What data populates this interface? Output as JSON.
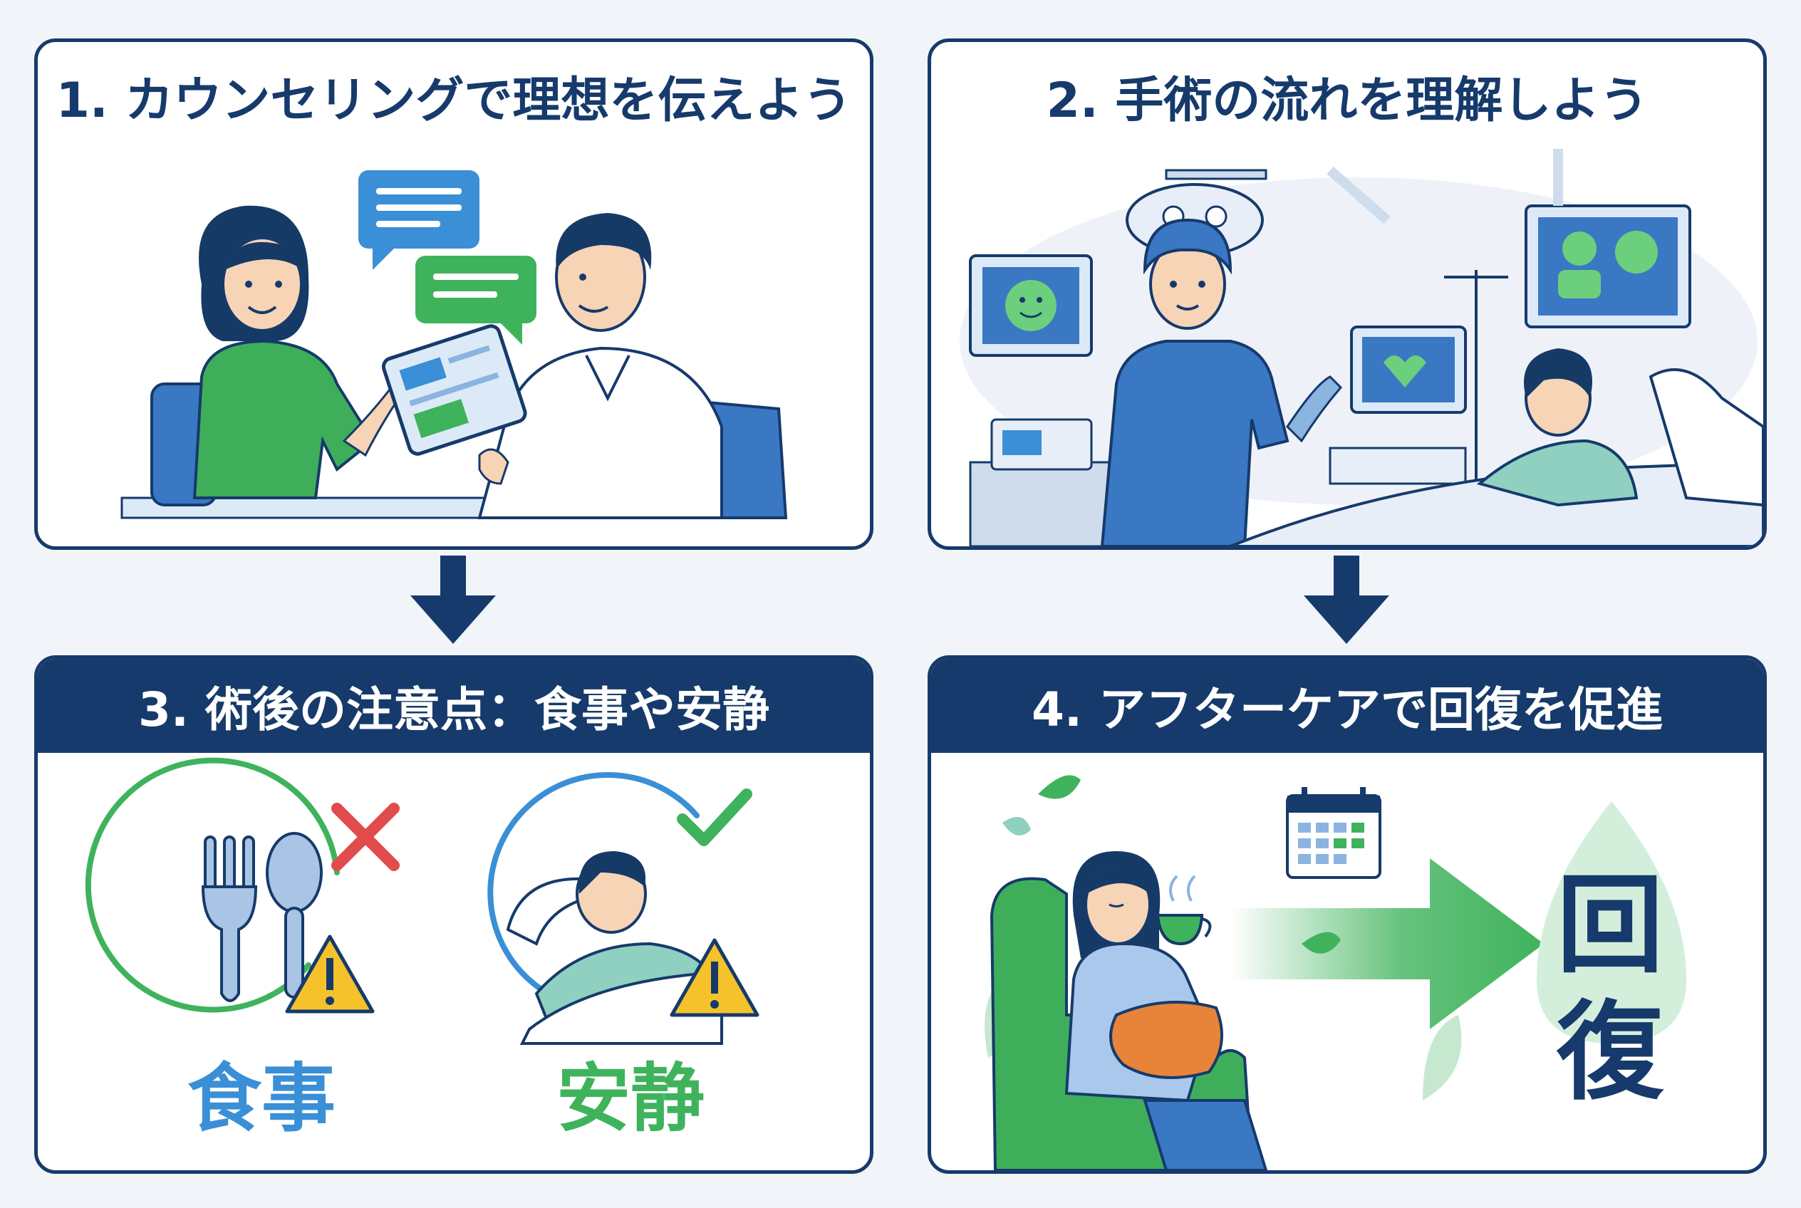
{
  "panels": {
    "p1": {
      "title": "1. カウンセリングで理想を伝えよう"
    },
    "p2": {
      "title": "2. 手術の流れを理解しよう"
    },
    "p3": {
      "title": "3. 術後の注意点：食事や安静",
      "label_meal": "食事",
      "label_rest": "安静"
    },
    "p4": {
      "title": "4. アフターケアで回復を促進",
      "kanji_1": "回",
      "kanji_2": "復"
    }
  },
  "colors": {
    "navy": "#163a6b",
    "blue": "#3a8fd6",
    "green": "#3fb35c",
    "red": "#e14b4b",
    "warning": "#f5c22b"
  },
  "icons": [
    "chat-bubble-icon",
    "tablet-icon",
    "surgical-light-icon",
    "monitor-icon",
    "fork-icon",
    "spoon-icon",
    "cross-mark-icon",
    "check-mark-icon",
    "warning-icon",
    "calendar-icon",
    "tea-cup-icon",
    "leaf-icon",
    "right-arrow-icon",
    "water-drop-icon"
  ]
}
